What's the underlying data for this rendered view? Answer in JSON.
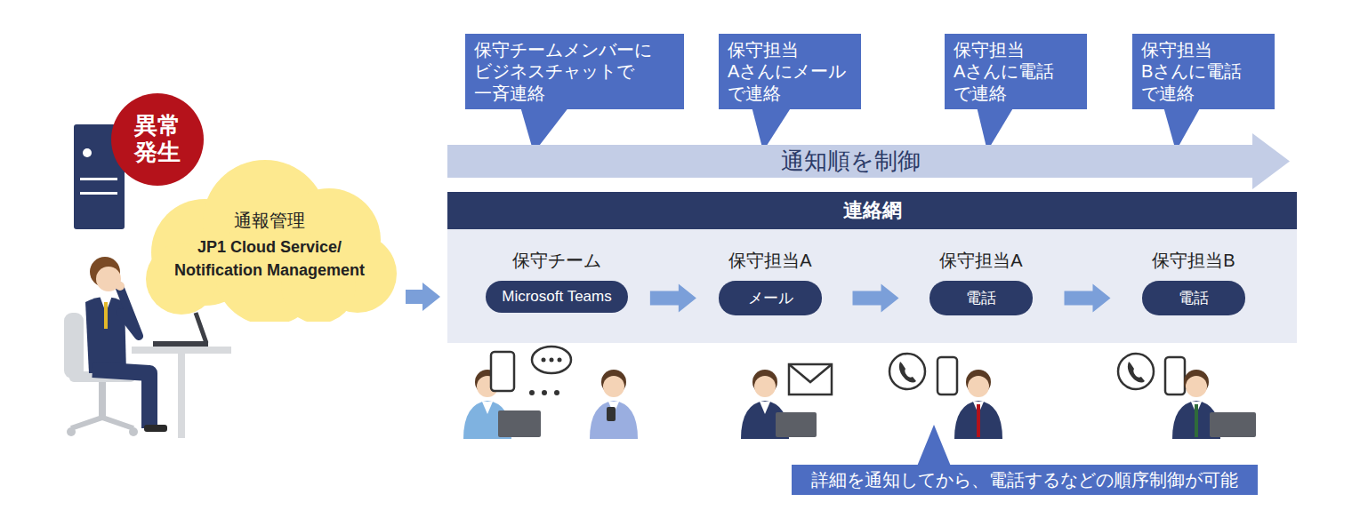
{
  "diagram": {
    "nodes": [
      {
        "text": [
          "異常 発生"
        ]
      },
      {
        "text": [
          "通報管理",
          "JP1 Cloud Service/ Notification Management"
        ]
      },
      {
        "text": [
          "保守チームメンバーに ビジネスチャットで 一斉連絡"
        ]
      },
      {
        "text": [
          "保守担当 Aさんにメール で連絡"
        ]
      },
      {
        "text": [
          "保守担当 Aさんに電話 で連絡"
        ]
      },
      {
        "text": [
          "保守担当 Bさんに電話 で連絡"
        ]
      },
      {
        "text": [
          "通知順を制御"
        ]
      },
      {
        "text": [
          "連絡網"
        ]
      },
      {
        "text": [
          "保守チーム",
          "Microsoft Teams"
        ],
        "in": 7
      },
      {
        "text": [
          "保守担当A",
          "メール"
        ],
        "in": 7
      },
      {
        "text": [
          "保守担当A",
          "電話"
        ],
        "in": 7
      },
      {
        "text": [
          "保守担当B",
          "電話"
        ],
        "in": 7
      },
      {
        "text": [
          "詳細を通知してから、電話するなどの順序制御が可能"
        ]
      }
    ],
    "edges": [
      {
        "from": 1,
        "to": 7,
        "arrow": "to"
      },
      {
        "from": 8,
        "to": 9,
        "arrow": "to"
      },
      {
        "from": 9,
        "to": 10,
        "arrow": "to"
      },
      {
        "from": 10,
        "to": 11,
        "arrow": "to"
      }
    ]
  }
}
